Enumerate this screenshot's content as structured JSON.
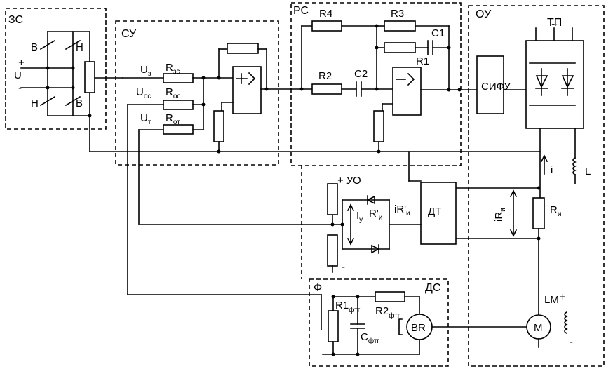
{
  "blocks": {
    "zs": "ЗС",
    "su": "СУ",
    "rs": "РС",
    "ou": "ОУ",
    "tp": "ТП",
    "f": "Ф",
    "ds": "ДС",
    "uo": "+ УО"
  },
  "labels": {
    "v1": "В",
    "n1": "Н",
    "n2": "Н",
    "v2": "В",
    "plus": "+",
    "u": "U",
    "minus": "-",
    "uz": "U",
    "uz_sub": "з",
    "rzs": "R",
    "rzs_sub": "зс",
    "uos": "U",
    "uos_sub": "ос",
    "ros": "R",
    "ros_sub": "ос",
    "ut": "U",
    "ut_sub": "т",
    "rot": "R",
    "rot_sub": "от",
    "r4": "R4",
    "r3": "R3",
    "c1": "C1",
    "r1": "R1",
    "r2": "R2",
    "c2": "C2",
    "sifu": "СИФУ",
    "tilde": "~",
    "dt": "ДТ",
    "i": "i",
    "l": "L",
    "iy": "I",
    "iy_sub": "у",
    "ri_prime": "R'",
    "ri_prime_sub": "и",
    "iri_prime": "iR'",
    "iri_prime_sub": "и",
    "iri": "iR",
    "iri_sub": "и",
    "ri": "R",
    "ri_sub": "и",
    "minus_uo": "-",
    "r1ftg": "R1",
    "r1ftg_sub": "фтг",
    "r2ftg": "R2",
    "r2ftg_sub": "фтг",
    "cftg": "C",
    "cftg_sub": "фтг",
    "br": "BR",
    "m": "M",
    "lm": "LM",
    "lm_plus": "+",
    "lm_minus": "-"
  }
}
